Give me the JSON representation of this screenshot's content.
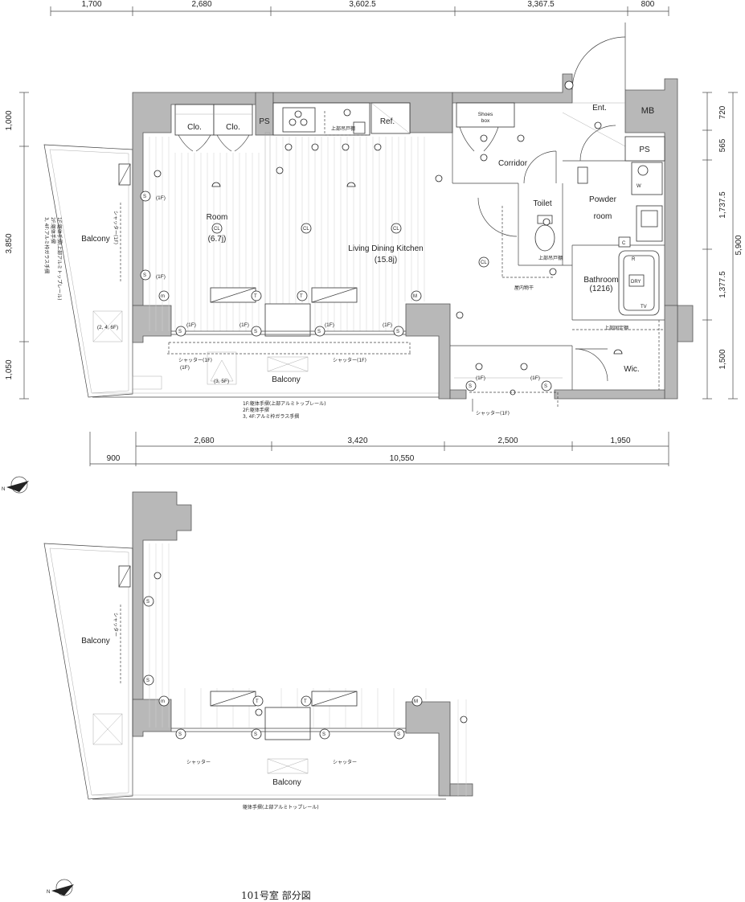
{
  "dims_top": [
    "1,700",
    "2,680",
    "3,602.5",
    "3,367.5",
    "800"
  ],
  "dims_left": [
    "1,000",
    "3,850",
    "1,050"
  ],
  "dims_right": [
    "720",
    "565",
    "1,737.5",
    "1,377.5",
    "1,500"
  ],
  "dim_right_total": "5,900",
  "dims_bottom_row1": [
    "2,680",
    "3,420",
    "2,500",
    "1,950"
  ],
  "dims_bottom_row2": [
    "900",
    "10,550"
  ],
  "rooms": {
    "room_name": "Room",
    "room_size": "(6.7j)",
    "ldk_name": "Living Dining Kitchen",
    "ldk_size": "(15.8j)",
    "corridor": "Corridor",
    "toilet": "Toilet",
    "powder": "Powder",
    "powder2": "room",
    "bathroom": "Bathroom",
    "bathroom_size": "(1216)",
    "ent": "Ent.",
    "mb": "MB",
    "ps1": "PS",
    "ps2": "PS",
    "wic": "Wic.",
    "ref": "Ref.",
    "clo1": "Clo.",
    "clo2": "Clo.",
    "shoes1": "Shoes",
    "shoes2": "box",
    "balcony_left": "Balcony",
    "balcony_bottom": "Balcony",
    "balcony_left_2": "Balcony",
    "balcony_bottom_2": "Balcony"
  },
  "notes": {
    "f1": "(1F)",
    "shutter_1f": "シャッター(1F)",
    "shutter": "シャッター",
    "floors_246": "(2, 4, 6F)",
    "floor_35": "(3, 5F)",
    "rail1": "1F:躯体手摺(上部アルミトップレール)",
    "rail2": "2F:躯体手摺",
    "rail3": "3, 4F:アルミ枠ガラス手摺",
    "rail_lower": "躯体手摺(上部アルミトップレール)",
    "upper_cabinet": "上部吊戸棚",
    "upper_fixed": "上部固定棚",
    "indoor_dryer": "屋内物干",
    "cl": "CL",
    "w": "W",
    "c": "C",
    "r": "R",
    "dry": "DRY",
    "tv": "TV",
    "m": "m",
    "mm": "M",
    "s": "S",
    "t": "T"
  },
  "vertical_notes": [
    "1F:躯体手摺(上部アルミトップレール)",
    "2F:躯体手摺",
    "3, 4F:アルミ枠ガラス手摺"
  ],
  "caption": "101号室 部分図"
}
